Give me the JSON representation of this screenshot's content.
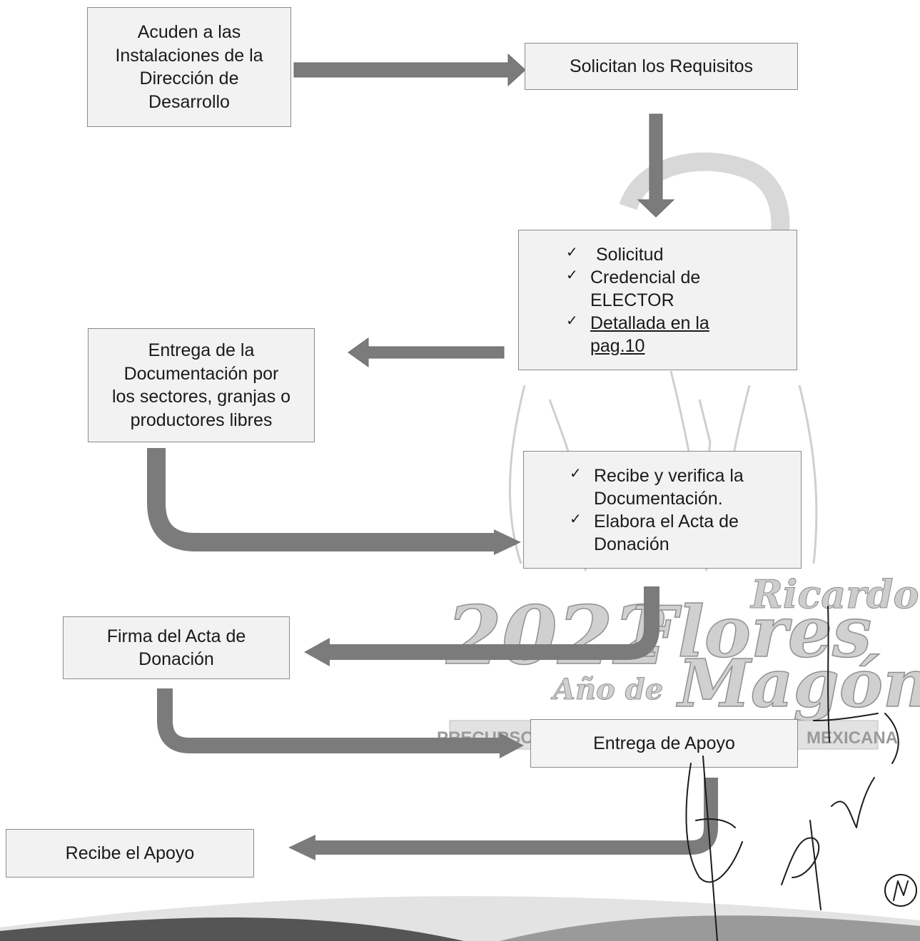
{
  "boxes": {
    "acuden": "Acuden a las\nInstalaciones de la\nDirección de\nDesarrollo",
    "solicitan": "Solicitan los Requisitos",
    "requisitos": [
      "Solicitud",
      "Credencial de\nELECTOR",
      "Detallada en la\npag.10"
    ],
    "entrega_doc": "Entrega de la\nDocumentación por\nlos sectores, granjas o\nproductores libres",
    "recibe_verifica": [
      "Recibe y verifica la\nDocumentación.",
      "Elabora el Acta de\nDonación"
    ],
    "firma": "Firma del Acta de\nDonación",
    "entrega_apoyo": "Entrega de Apoyo",
    "recibe_apoyo": "Recibe el Apoyo"
  },
  "checkmark": "✓",
  "watermark": {
    "year": "2022",
    "name_first": "Ricardo",
    "name_last": "Flores",
    "ano_de": "Año de",
    "surname": "Magón",
    "banner_left": "PRECURSOR",
    "banner_right": "MEXICANA"
  },
  "colors": {
    "arrow": "#7b7b7b",
    "box_fill": "#f2f2f2",
    "box_border": "#8a8a8a",
    "watermark": "#c8c8c8"
  }
}
